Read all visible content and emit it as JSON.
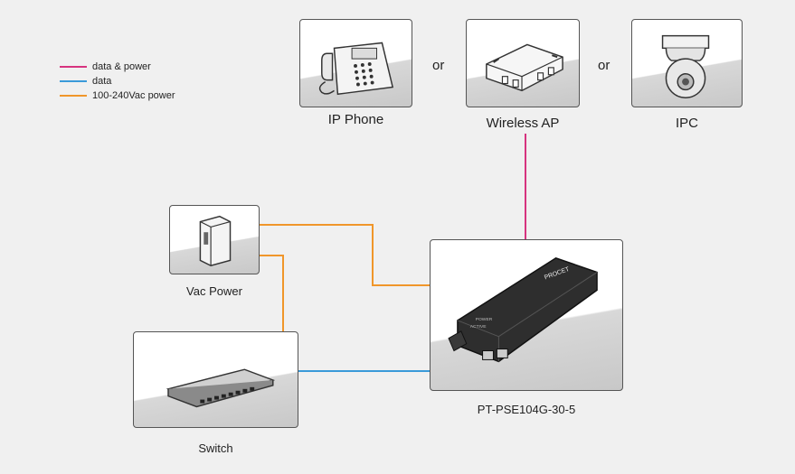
{
  "legend": {
    "items": [
      {
        "label": "data & power",
        "color": "#d6337f"
      },
      {
        "label": "data",
        "color": "#3a9ad9"
      },
      {
        "label": "100-240Vac power",
        "color": "#f0962a"
      }
    ]
  },
  "devices": {
    "ip_phone": "IP Phone",
    "wireless_ap": "Wireless AP",
    "ipc": "IPC",
    "vac_power": "Vac Power",
    "switch": "Switch",
    "injector": "PT-PSE104G-30-5"
  },
  "connectors": {
    "or_1": "or",
    "or_2": "or"
  },
  "injector_labels": {
    "power": "POWER",
    "active": "ACTIVE",
    "brand": "PROCET"
  }
}
